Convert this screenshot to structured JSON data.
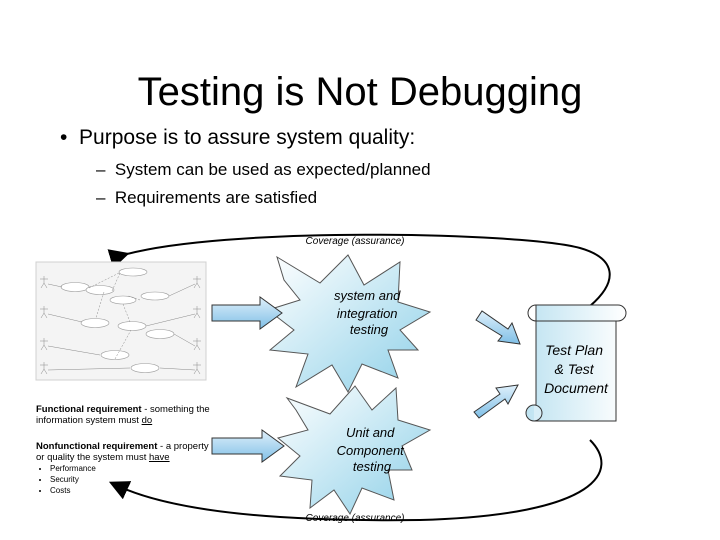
{
  "slide": {
    "title": "Testing is Not Debugging",
    "bullet": "Purpose is to assure system quality:",
    "sub_bullets": [
      "System can be used as expected/planned",
      "Requirements are satisfied"
    ]
  },
  "diagram": {
    "coverage_top": "Coverage (assurance)",
    "coverage_bottom": "Coverage (assurance)",
    "star_top": [
      "system and",
      "integration",
      "testing"
    ],
    "star_bottom": [
      "Unit and",
      "Component",
      "testing"
    ],
    "scroll": [
      "Test Plan",
      "& Test",
      "Document"
    ],
    "functional": {
      "term": "Functional requirement",
      "text1": " - something the",
      "text2_a": "information system must ",
      "text2_b": "do"
    },
    "nonfunctional": {
      "term": "Nonfunctional requirement",
      "text1": " - a property",
      "text2_a": "or quality the system must ",
      "text2_b": "have",
      "items": [
        "Performance",
        "Security",
        "Costs"
      ]
    }
  }
}
